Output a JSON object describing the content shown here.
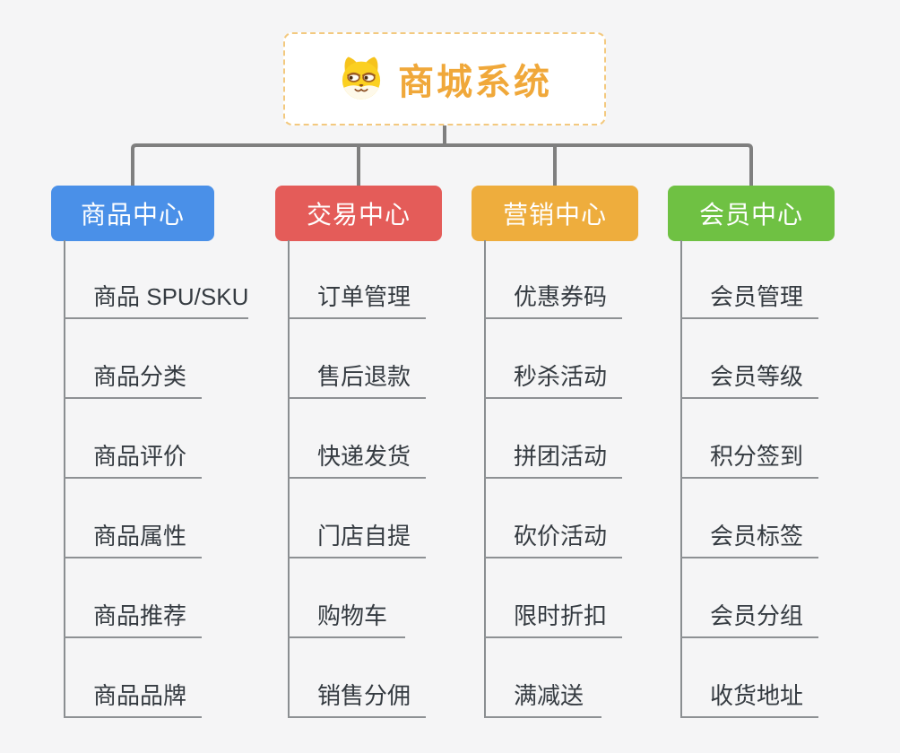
{
  "app": {
    "type": "mindmap",
    "background_color": "#F5F5F6"
  },
  "root": {
    "label": "商城系统",
    "icon": "dog-face-icon",
    "text_color": "#F0A83A",
    "border_color": "#F3C97F"
  },
  "connector_color": "#7F7F7F",
  "subtopic_line_color": "#8E9194",
  "subtopic_text_color": "#353B41",
  "branches": [
    {
      "label": "商品中心",
      "color": "#4A90E8",
      "items": [
        "商品 SPU/SKU",
        "商品分类",
        "商品评价",
        "商品属性",
        "商品推荐",
        "商品品牌"
      ]
    },
    {
      "label": "交易中心",
      "color": "#E45C59",
      "items": [
        "订单管理",
        "售后退款",
        "快递发货",
        "门店自提",
        "购物车",
        "销售分佣"
      ]
    },
    {
      "label": "营销中心",
      "color": "#EEAD3D",
      "items": [
        "优惠券码",
        "秒杀活动",
        "拼团活动",
        "砍价活动",
        "限时折扣",
        "满减送"
      ]
    },
    {
      "label": "会员中心",
      "color": "#6FC143",
      "items": [
        "会员管理",
        "会员等级",
        "积分签到",
        "会员标签",
        "会员分组",
        "收货地址"
      ]
    }
  ]
}
